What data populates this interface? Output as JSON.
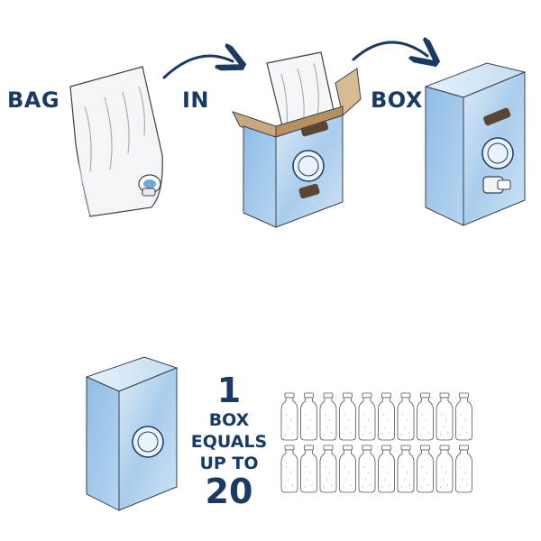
{
  "colors": {
    "text": "#1b3a63",
    "arrow": "#1b3a63",
    "box_light": "#cfe4f6",
    "box_mid": "#9cc6ea",
    "box_dark": "#6fa9db",
    "cardboard": "#caa77c",
    "bag": "#f4f6f8",
    "outline": "#3a3f4a"
  },
  "steps": {
    "bag": "BAG",
    "in": "IN",
    "box": "BOX"
  },
  "equals": {
    "number": "1",
    "line1": "BOX",
    "line2": "EQUALS",
    "line3": "UP TO",
    "count": "20"
  },
  "icons": {
    "bag": "bag-illustration",
    "box_open": "open-box-with-bag-illustration",
    "box_closed": "closed-box-with-tap-illustration",
    "bottle": "bottle-icon"
  },
  "bottles": {
    "rows": 2,
    "per_row": 10
  }
}
